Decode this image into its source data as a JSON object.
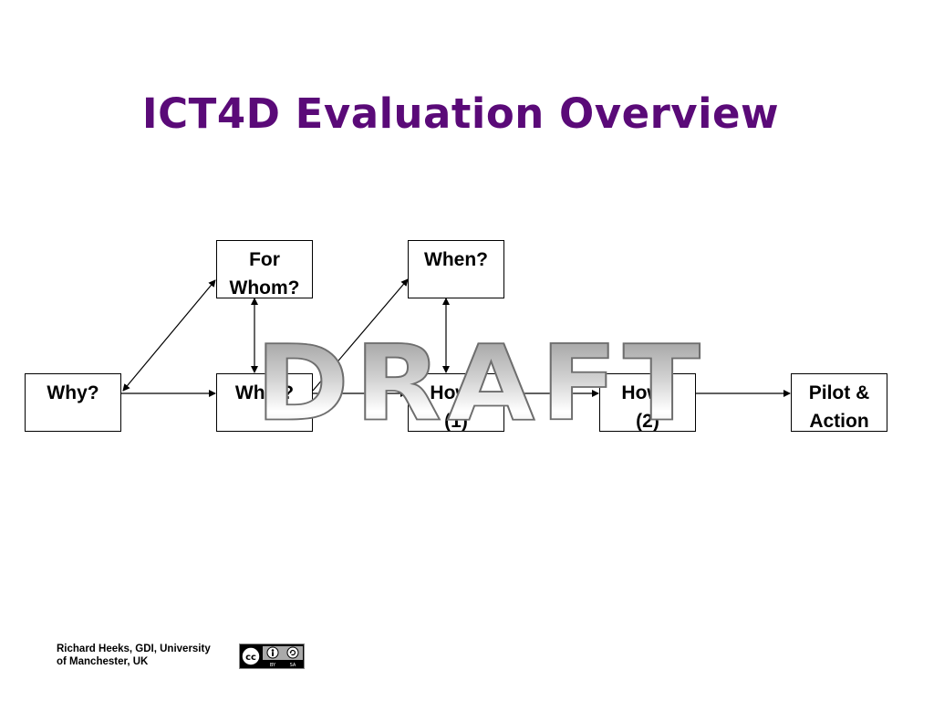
{
  "slide": {
    "title": "ICT4D Evaluation Overview",
    "watermark": "DRAFT"
  },
  "diagram": {
    "nodes": {
      "for_whom": {
        "lines": [
          "For",
          "Whom?"
        ]
      },
      "when": {
        "lines": [
          "When?"
        ]
      },
      "why": {
        "lines": [
          "Why?"
        ]
      },
      "what": {
        "lines": [
          "What?"
        ]
      },
      "how1": {
        "lines": [
          "How?",
          "(1)"
        ]
      },
      "how2": {
        "lines": [
          "How?",
          "(2)"
        ]
      },
      "pilot": {
        "lines": [
          "Pilot &",
          "Action"
        ]
      }
    },
    "edges": [
      {
        "from": "why",
        "to": "for_whom",
        "type": "bidirectional"
      },
      {
        "from": "what",
        "to": "for_whom",
        "type": "bidirectional"
      },
      {
        "from": "what",
        "to": "when",
        "type": "directed"
      },
      {
        "from": "how1",
        "to": "when",
        "type": "bidirectional"
      },
      {
        "from": "why",
        "to": "what",
        "type": "directed"
      },
      {
        "from": "what",
        "to": "how1",
        "type": "directed"
      },
      {
        "from": "how1",
        "to": "how2",
        "type": "directed"
      },
      {
        "from": "how2",
        "to": "pilot",
        "type": "directed"
      }
    ]
  },
  "footer": {
    "credit_line1": "Richard Heeks, GDI, University",
    "credit_line2": "of Manchester, UK",
    "license_badge": {
      "icon": "cc-by-sa-icon",
      "text": [
        "BY",
        "SA"
      ]
    }
  },
  "colors": {
    "title": "#5a0a78",
    "box_border": "#000000",
    "watermark": "#8c8c8c"
  }
}
